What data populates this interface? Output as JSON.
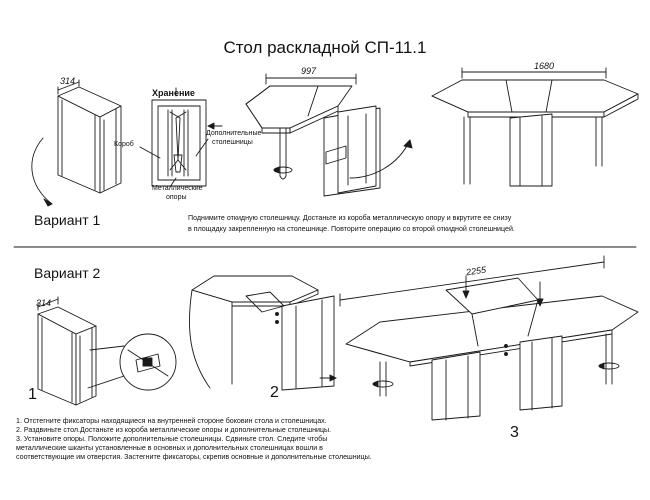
{
  "title": "Стол раскладной СП-11.1",
  "variant1": {
    "label": "Вариант 1",
    "instructions": [
      "Поднимите откидную столешницу. Достаньте из короба металлическую опору и вкрутите ее снизу",
      "в площадку закрепленную на столешнице. Повторите операцию со второй откидной столешницей."
    ]
  },
  "variant2": {
    "label": "Вариант 2",
    "steps": [
      "1. Отстегните фиксаторы находящиеся на внутренней стороне боковин стола и столешницах.",
      "2. Раздвиньте  стол.Достаньте из короба металлические опоры и  дополнительные  столешницы.",
      "3.  Установите  опоры.  Положите дополнительные  столешницы.  Сдвиньте  стол.  Следите  чтобы",
      "    металлические  шканты  установленные  в  основных и дополнительных столешницах вошли в",
      "    соответствующие им отверстия. Застегните фиксаторы, скрепив  основные и дополнительные столешницы."
    ]
  },
  "storage": {
    "heading": "Хранение",
    "box_label": "Короб",
    "extra_tops_label": [
      "Дополнительные",
      "столешницы"
    ],
    "supports_label": [
      "Металлические",
      "опоры"
    ]
  },
  "dimensions": {
    "d314_top": "314",
    "d997": "997",
    "d1680": "1680",
    "d314_bottom": "314",
    "d2255": "2255"
  },
  "step_numbers": [
    "1",
    "2",
    "3"
  ],
  "colors": {
    "line": "#1a1a1a",
    "text": "#111111",
    "background": "#ffffff"
  }
}
